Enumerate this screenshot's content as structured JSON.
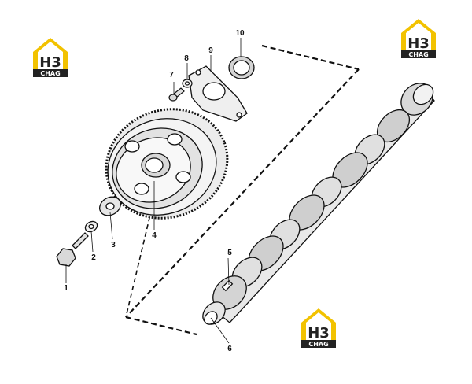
{
  "diagram": {
    "callouts": [
      {
        "id": "1",
        "label": "1"
      },
      {
        "id": "2",
        "label": "2"
      },
      {
        "id": "3",
        "label": "3"
      },
      {
        "id": "4",
        "label": "4"
      },
      {
        "id": "5",
        "label": "5"
      },
      {
        "id": "6",
        "label": "6"
      },
      {
        "id": "7",
        "label": "7"
      },
      {
        "id": "8",
        "label": "8"
      },
      {
        "id": "9",
        "label": "9"
      },
      {
        "id": "10",
        "label": "10"
      }
    ]
  },
  "watermark": {
    "mark": "H3",
    "subtext": "CHAG",
    "colors": {
      "yellow": "#f2c200",
      "dark": "#222222",
      "text_light": "#ffffff"
    }
  }
}
